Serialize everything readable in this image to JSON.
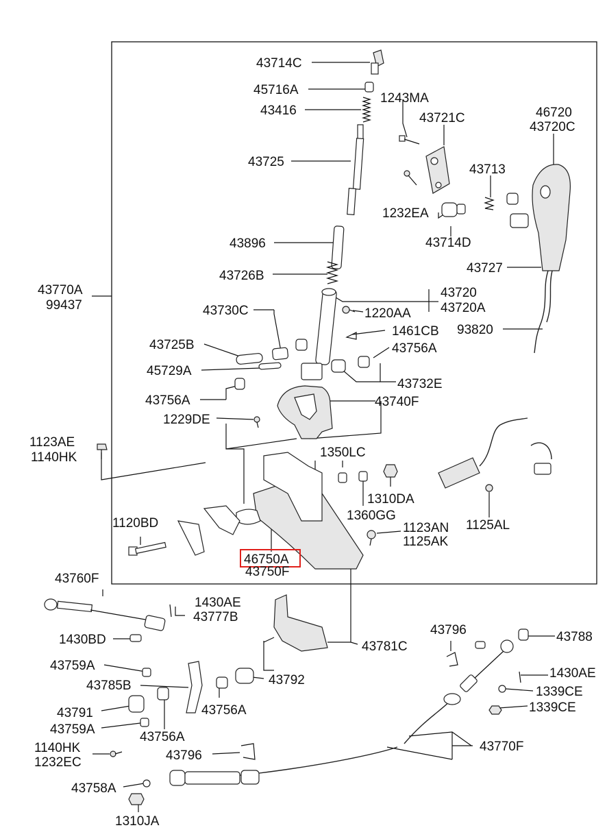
{
  "highlight_color": "#e0201b",
  "highlighted_part": "46750A",
  "labels": {
    "p43714C": "43714C",
    "p45716A": "45716A",
    "p43416": "43416",
    "p1243MA": "1243MA",
    "p43721C": "43721C",
    "p46720": "46720",
    "p43720C": "43720C",
    "p43725": "43725",
    "p43713": "43713",
    "p1232EA": "1232EA",
    "p43714D": "43714D",
    "p43896": "43896",
    "p43727": "43727",
    "p43726B": "43726B",
    "p43770A": "43770A",
    "p99437": "99437",
    "p43720": "43720",
    "p43720A": "43720A",
    "p1220AA": "1220AA",
    "p43730C": "43730C",
    "p93820": "93820",
    "p1461CB": "1461CB",
    "p43725B": "43725B",
    "p43756A_1": "43756A",
    "p45729A": "45729A",
    "p43732E": "43732E",
    "p43756A_2": "43756A",
    "p43740F": "43740F",
    "p1229DE": "1229DE",
    "p1123AE": "1123AE",
    "p1140HK_1": "1140HK",
    "p1350LC": "1350LC",
    "p1310DA": "1310DA",
    "p1360GG": "1360GG",
    "p1125AL": "1125AL",
    "p1120BD": "1120BD",
    "p1123AN": "1123AN",
    "p1125AK": "1125AK",
    "p46750A": "46750A",
    "p43750F": "43750F",
    "p43760F": "43760F",
    "p1430AE_1": "1430AE",
    "p43777B": "43777B",
    "p1430BD": "1430BD",
    "p43781C": "43781C",
    "p43796_1": "43796",
    "p43788": "43788",
    "p43759A_1": "43759A",
    "p43792": "43792",
    "p1430AE_2": "1430AE",
    "p43785B": "43785B",
    "p1339CE_1": "1339CE",
    "p43756A_3": "43756A",
    "p1339CE_2": "1339CE",
    "p43791": "43791",
    "p43759A_2": "43759A",
    "p43756A_4": "43756A",
    "p43770F": "43770F",
    "p1140HK_2": "1140HK",
    "p1232EC": "1232EC",
    "p43796_2": "43796",
    "p43758A": "43758A",
    "p1310JA": "1310JA"
  }
}
